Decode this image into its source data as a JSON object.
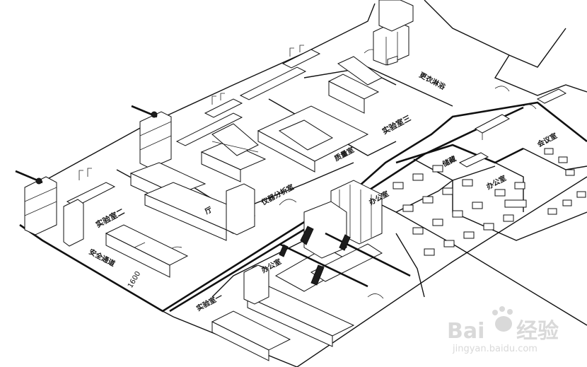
{
  "labels": {
    "lab_two": "实验室二",
    "lab_three": "实验室三",
    "lab_one": "实验室一",
    "hall": "厅",
    "corridor": "安全通道",
    "instrument_room": "仪器分析室",
    "quality_room": "质量室",
    "office_a": "办公室",
    "office_b": "办公室",
    "office_c": "办公室",
    "meeting_room": "会议室",
    "storage": "储藏",
    "locker_room": "更衣淋浴",
    "dimension": "1600"
  },
  "watermark": {
    "brand": "Bai",
    "brand_suffix": "经验",
    "url": "jingyan.baidu.com"
  },
  "colors": {
    "line": "#111111",
    "background": "#ffffff",
    "watermark": "#d9d9d9"
  }
}
